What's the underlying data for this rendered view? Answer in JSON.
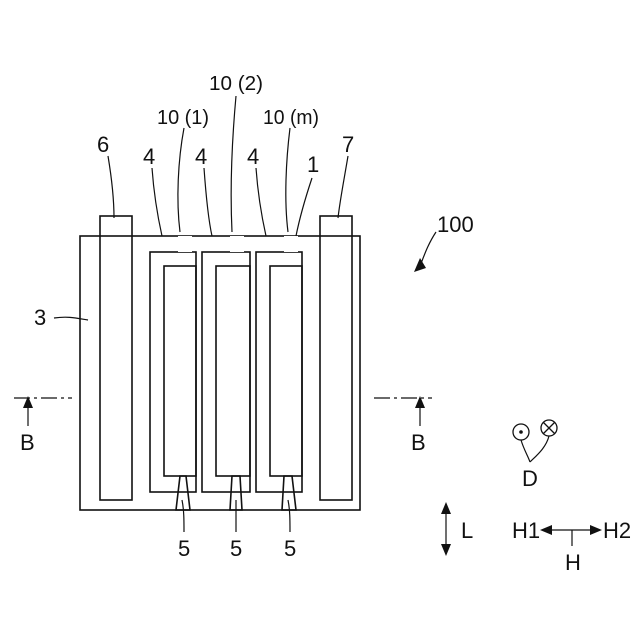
{
  "labels": {
    "device": "100",
    "cell_1": "10 (1)",
    "cell_2": "10 (2)",
    "cell_m": "10 (m)",
    "part_1": "1",
    "part_3": "3",
    "part_4a": "4",
    "part_4b": "4",
    "part_4c": "4",
    "part_5a": "5",
    "part_5b": "5",
    "part_5c": "5",
    "part_6": "6",
    "part_7": "7",
    "section_left": "B",
    "section_right": "B",
    "direction_d": "D",
    "direction_l": "L",
    "direction_h": "H",
    "direction_h1": "H1",
    "direction_h2": "H2"
  }
}
